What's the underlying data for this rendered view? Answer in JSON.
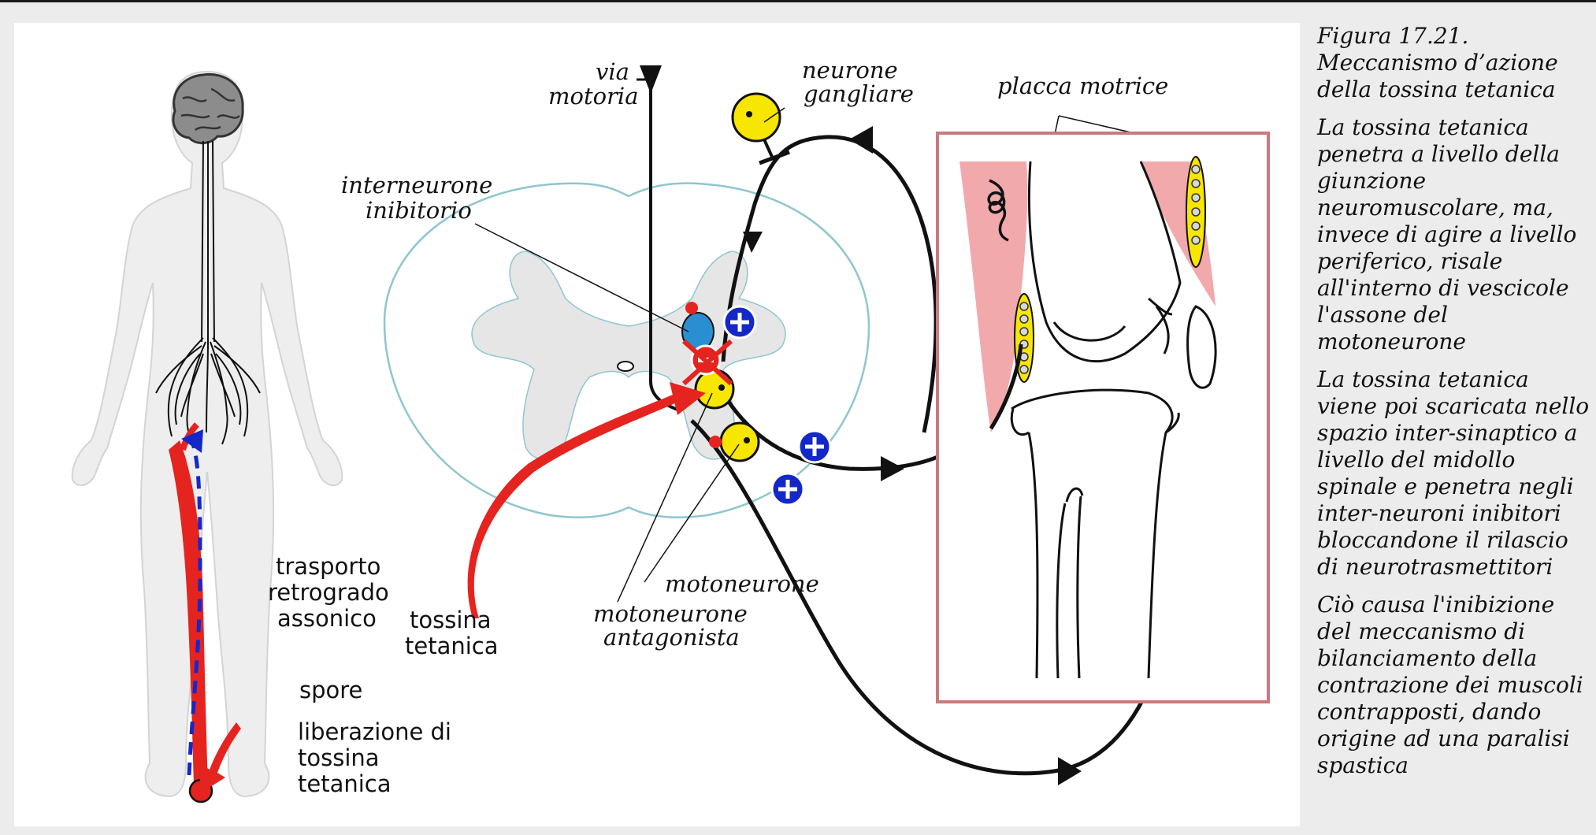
{
  "caption": {
    "figure": "Figura 17.21.",
    "title": "Meccanismo d’azione della tossina tetanica",
    "paragraphs": [
      "La tossina tetanica penetra a livello della giunzione neuromuscolare, ma, invece di agire a livello periferico, risale all'interno di vescicole l'assone del motoneurone",
      "La tossina tetanica viene poi scaricata nello spazio inter-sinaptico a livello del midollo spinale e penetra negli inter-neuroni inibitori bloccandone il rilascio di neurotrasmettitori",
      "Ciò causa l'inibizione del meccanismo di bilanciamento della contrazione dei muscoli contrapposti, dando origine ad una paralisi spastica"
    ]
  },
  "body_labels": {
    "transport_1": "trasporto",
    "transport_2": "retrogrado",
    "transport_3": "assonico",
    "spore": "spore",
    "release_1": "liberazione di",
    "release_2": "tossina",
    "release_3": "tetanica"
  },
  "cord_labels": {
    "via_1": "via",
    "via_2": "motoria",
    "ganglion_1": "neurone",
    "ganglion_2": "gangliare",
    "inter_1": "interneurone",
    "inter_2": "inibitorio",
    "toxin_1": "tossina",
    "toxin_2": "tetanica",
    "moto": "motoneurone",
    "antag_1": "motoneurone",
    "antag_2": "antagonista",
    "plate": "placca motrice"
  },
  "colors": {
    "toxin_red": "#e52420",
    "transport_blue": "#1428c8",
    "neuron_yellow": "#f7e600",
    "inhibitory_blue": "#2a8fd0",
    "muscle_pink": "#f2a9ac",
    "frame_red": "#c97a7c"
  }
}
